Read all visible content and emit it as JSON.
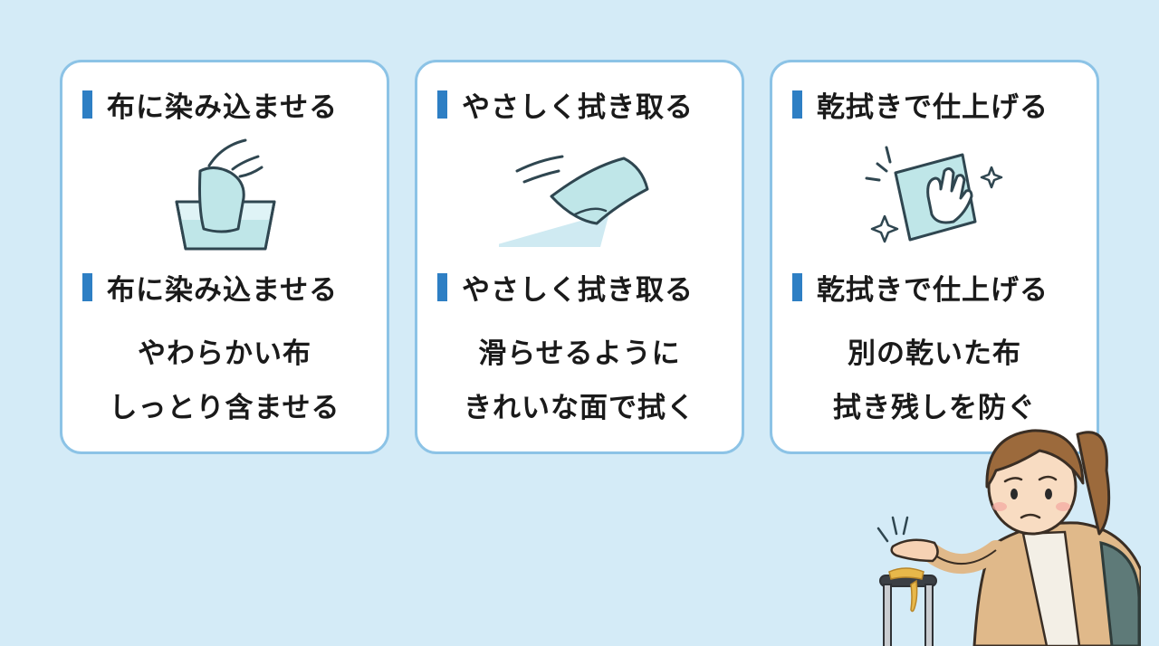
{
  "cards": [
    {
      "heading": "布に染み込ませる",
      "subheading": "布に染み込ませる",
      "lines": [
        "やわらかい布",
        "しっとり含ませる"
      ],
      "icon": "cloth-in-water-bowl-icon"
    },
    {
      "heading": "やさしく拭き取る",
      "subheading": "やさしく拭き取る",
      "lines": [
        "滑らせるように",
        "きれいな面で拭く"
      ],
      "icon": "cloth-wipe-motion-icon"
    },
    {
      "heading": "乾拭きで仕上げる",
      "subheading": "乾拭きで仕上げる",
      "lines": [
        "別の乾いた布",
        "拭き残しを防ぐ"
      ],
      "icon": "hand-with-dry-cloth-sparkle-icon"
    }
  ],
  "colors": {
    "background": "#d4ebf7",
    "card_border": "#8cc3e6",
    "accent_bar": "#2e7fc4",
    "cloth": "#bfe6e8",
    "outline": "#2f4650"
  },
  "illustration": "worried-traveler-with-sticky-suitcase-handle"
}
